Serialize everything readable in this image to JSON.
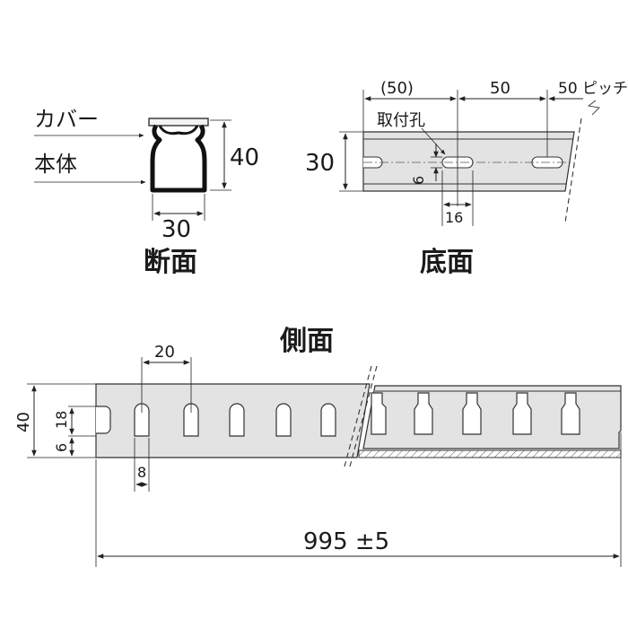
{
  "section": {
    "title": "断面",
    "label_cover": "カバー",
    "label_body": "本体",
    "dim_height": "40",
    "dim_width": "30"
  },
  "bottom": {
    "title": "底面",
    "dim_first": "(50)",
    "dim_second": "50",
    "dim_pitch": "50 ピッチ",
    "label_hole": "取付孔",
    "dim_height": "30",
    "dim_hole_h": "6",
    "dim_hole_w": "16"
  },
  "side": {
    "title": "側面",
    "dim_top": "20",
    "dim_height": "40",
    "dim_slot": "18",
    "dim_base": "6",
    "dim_slot_w": "8",
    "dim_length": "995 ±5"
  }
}
